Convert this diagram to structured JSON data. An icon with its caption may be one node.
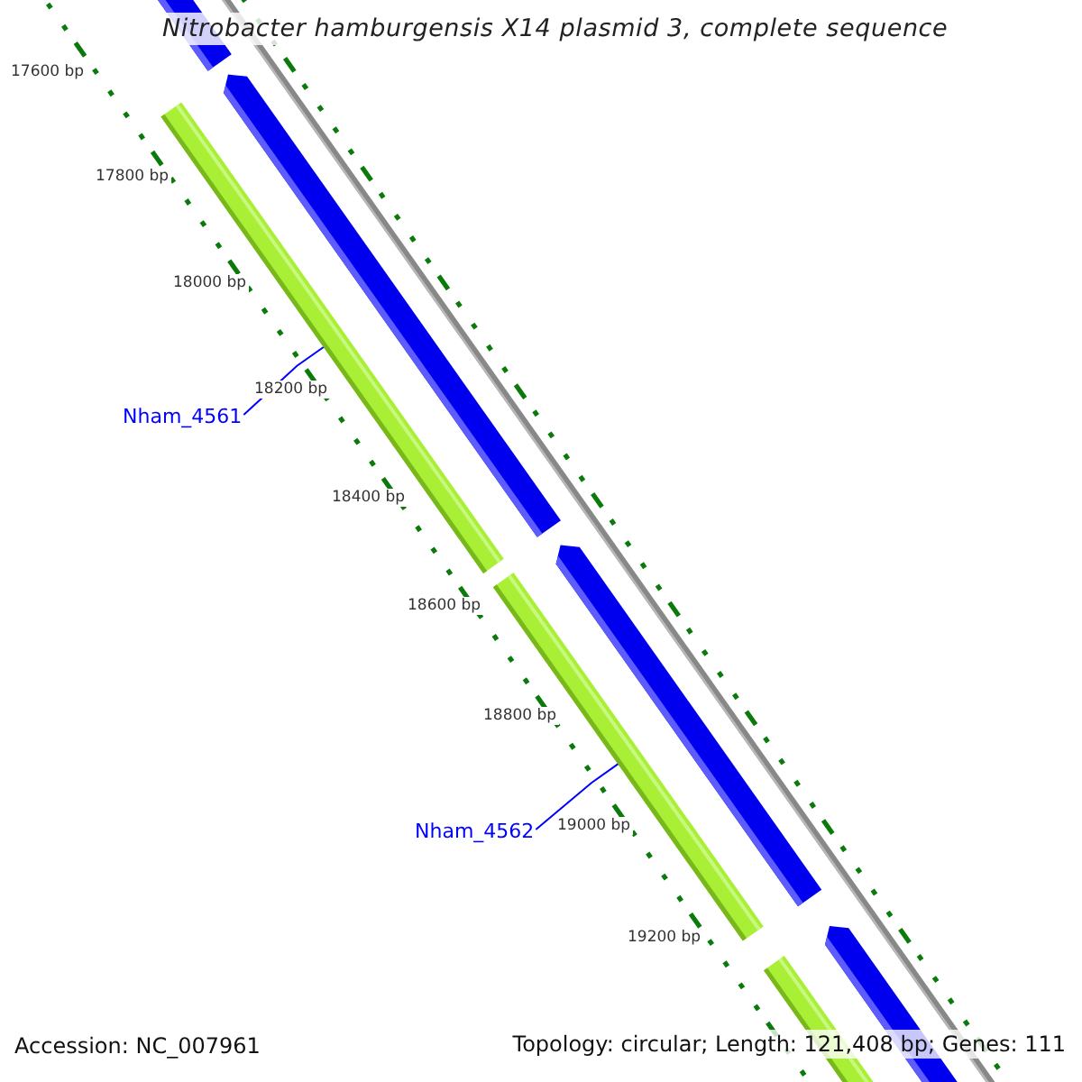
{
  "diagram": {
    "title": "Nitrobacter hamburgensis X14 plasmid 3, complete sequence",
    "nodes": [
      {
        "text": [
          "Nham_4561"
        ]
      },
      {
        "text": [],
        "shape": "bar"
      },
      {
        "text": [
          "Nham_4562"
        ]
      },
      {
        "text": [],
        "shape": "bar"
      }
    ],
    "edges": [
      {
        "from": 0,
        "to": 1,
        "arrow": "none"
      },
      {
        "from": 2,
        "to": 3,
        "arrow": "none"
      }
    ],
    "labels": [
      "17600 bp",
      "17800 bp",
      "18000 bp",
      "18200 bp",
      "18400 bp",
      "18600 bp",
      "18800 bp",
      "19000 bp",
      "19200 bp",
      "Accession: NC_007961",
      "Topology: circular; Length: 121,408 bp; Genes: 111"
    ]
  }
}
